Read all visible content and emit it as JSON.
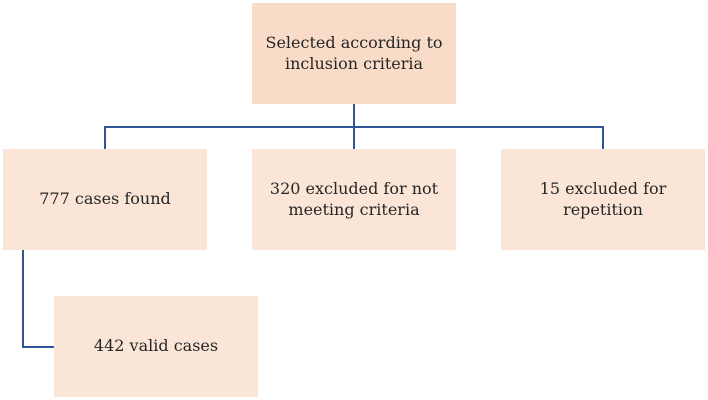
{
  "colors": {
    "connector": "#2f5597",
    "top_box_fill": "#f9dcc8",
    "child_box_fill": "#fbe5d6",
    "text": "#262626"
  },
  "nodes": {
    "root": {
      "label": "Selected according to inclusion criteria"
    },
    "found": {
      "label": "777 cases found"
    },
    "excluded_criteria": {
      "label": "320 excluded for not meeting criteria"
    },
    "excluded_repetition": {
      "label": "15 excluded for repetition"
    },
    "valid": {
      "label": "442 valid cases"
    }
  }
}
